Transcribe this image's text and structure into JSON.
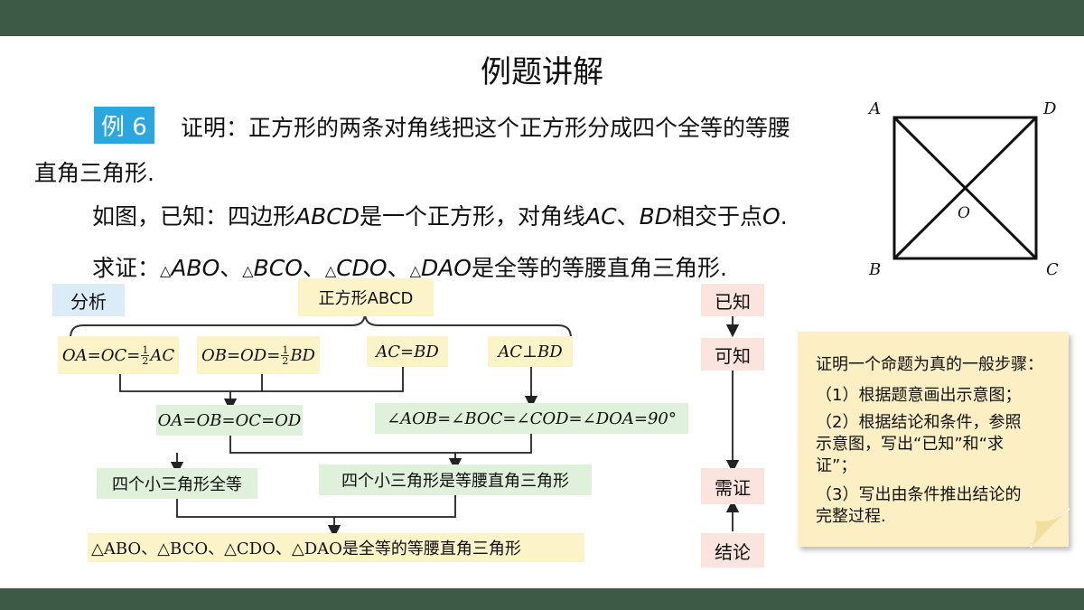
{
  "title": "例题讲解",
  "example_tag": "例 6",
  "statement_1": "证明：正方形的两条对角线把这个正方形分成四个全等的等腰",
  "statement_2": "直角三角形.",
  "given_prefix": "如图，已知：四边形",
  "given_abcd": "ABCD",
  "given_mid1": "是一个正方形，对角线",
  "given_ac": "AC",
  "given_sep": "、",
  "given_bd": "BD",
  "given_mid2": "相交于点",
  "given_o": "O",
  "given_end": ".",
  "prove_prefix": "求证：",
  "prove_tri": "△",
  "prove_abo": "ABO",
  "prove_bco": "BCO",
  "prove_cdo": "CDO",
  "prove_dao": "DAO",
  "prove_suffix": "是全等的等腰直角三角形.",
  "figure": {
    "A": "A",
    "B": "B",
    "C": "C",
    "D": "D",
    "O": "O"
  },
  "analysis": {
    "label": "分析",
    "root": "正方形ABCD",
    "oa_oc": "OA=OC=",
    "half": {
      "num": "1",
      "den": "2"
    },
    "ac": "AC",
    "ob_od": "OB=OD=",
    "bd": "BD",
    "ac_eq_bd": "AC=BD",
    "ac_perp_bd": "AC⊥BD",
    "all_equal": "OA=OB=OC=OD",
    "angles": "∠AOB=∠BOC=∠COD=∠DOA=90°",
    "congruent": "四个小三角形全等",
    "isosceles": "四个小三角形是等腰直角三角形",
    "conclusion": "△ABO、△BCO、△CDO、△DAO是全等的等腰直角三角形"
  },
  "steps": [
    "已知",
    "可知",
    "需证",
    "结论"
  ],
  "note": {
    "title": "证明一个命题为真的一般步骤：",
    "lines": [
      "（1）根据题意画出示意图；",
      "（2）根据结论和条件，参照",
      "示意图，写出“已知”和“求",
      "证”；",
      "（3）写出由条件推出结论的",
      "完整过程."
    ]
  },
  "colors": {
    "bar": "#3d5a47",
    "tag": "#2aa7e0",
    "yellow": "#fdf3c9",
    "green": "#dff0db",
    "pink": "#fbe4de",
    "blue": "#dcebf8",
    "note": "#fcefc4"
  }
}
